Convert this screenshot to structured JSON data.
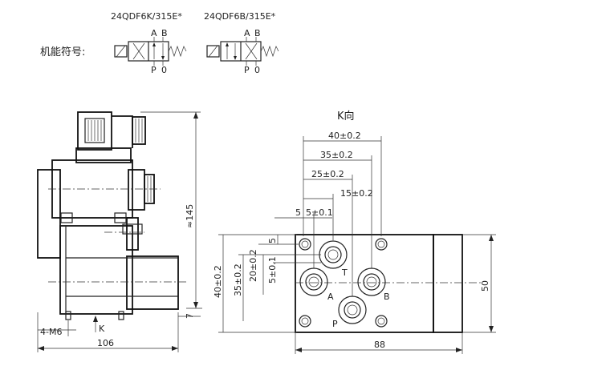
{
  "symbols": {
    "label": "机能符号:",
    "model_1": "24QDF6K/315E*",
    "model_2": "24QDF6B/315E*",
    "port_a": "A",
    "port_b": "B",
    "port_p": "P",
    "port_o": "0"
  },
  "side_view": {
    "height_dim": "≈145",
    "bottom_dim": "7",
    "width_dim": "106",
    "bolt_label": "4-M6",
    "view_label": "K"
  },
  "k_view": {
    "title": "K向",
    "dims_top": [
      "40±0.2",
      "35±0.2",
      "25±0.2",
      "15±0.2",
      "5",
      "5±0.1"
    ],
    "dims_left": [
      "5",
      "5±0.1",
      "20±0.2",
      "35±0.2",
      "40±0.2"
    ],
    "width_dim": "88",
    "height_dim": "50",
    "ports": {
      "t": "T",
      "a": "A",
      "b": "B",
      "p": "P"
    }
  }
}
